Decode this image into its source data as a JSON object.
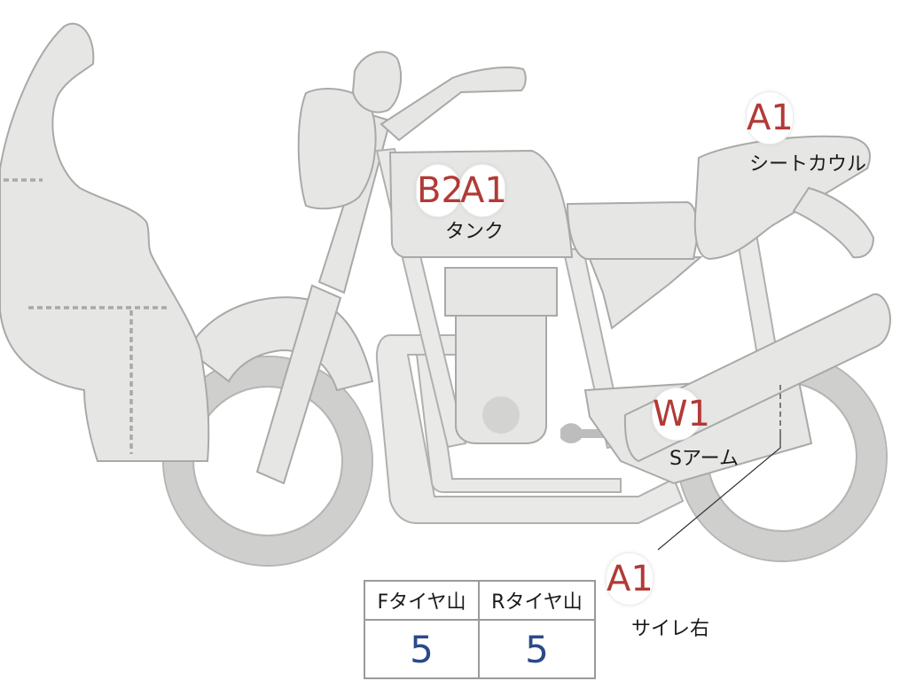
{
  "markers": [
    {
      "code": "B2",
      "label": ""
    },
    {
      "code": "A1",
      "label": "タンク"
    },
    {
      "code": "A1",
      "label": "シートカウル"
    },
    {
      "code": "W1",
      "label": "Sアーム"
    },
    {
      "code": "A1",
      "label": "サイレ右"
    }
  ],
  "tire_table": {
    "front_label": "Fタイヤ山",
    "rear_label": "Rタイヤ山",
    "front_value": "5",
    "rear_value": "5"
  },
  "colors": {
    "badge_text": "#b23a36",
    "value_text": "#2b4a8a",
    "part_fill": "#e6e6e4"
  }
}
